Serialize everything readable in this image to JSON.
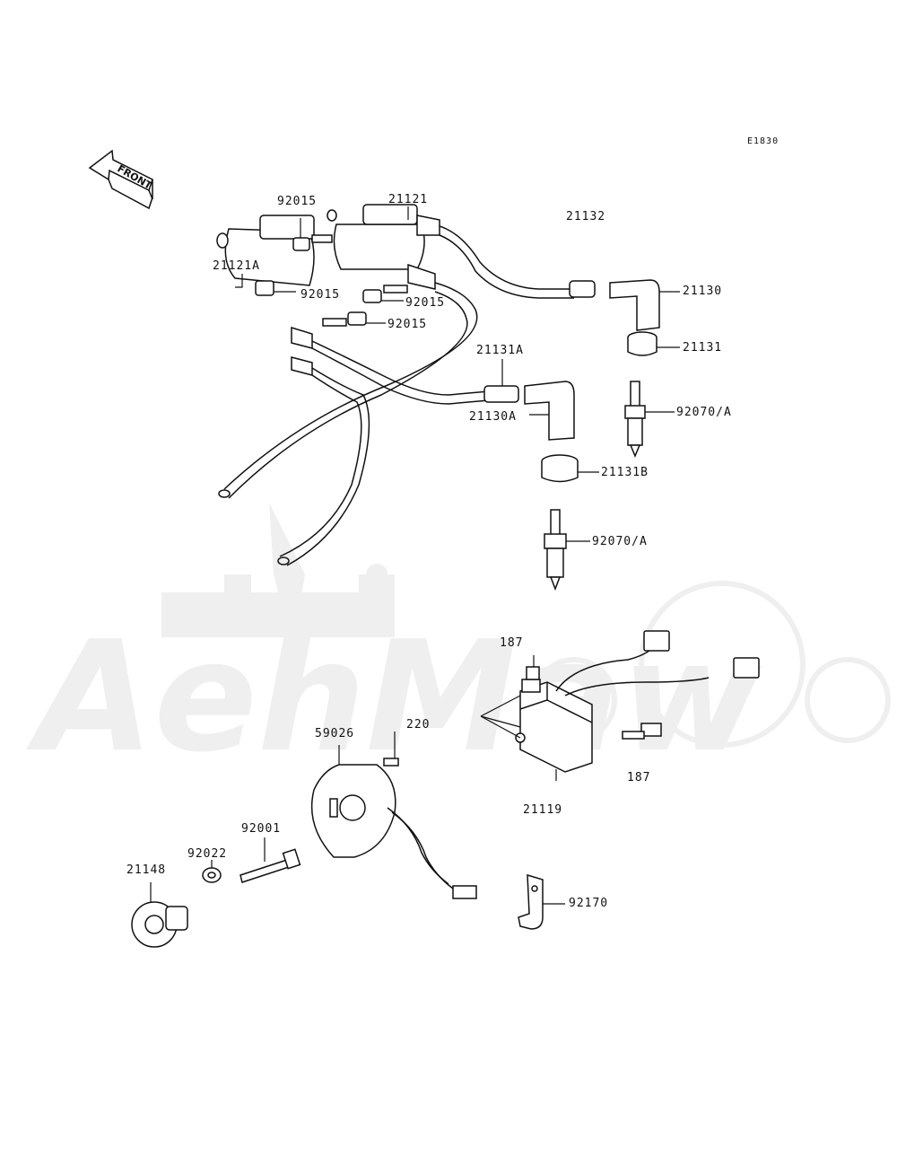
{
  "diagram_code": "E1830",
  "front_label": "FRONT",
  "watermark_text": "AehMaw",
  "parts": {
    "p21121": "21121",
    "p21121a": "21121A",
    "p92015_a": "92015",
    "p92015_b": "92015",
    "p92015_c": "92015",
    "p92015_d": "92015",
    "p21132": "21132",
    "p21130": "21130",
    "p21131": "21131",
    "p21131a": "21131A",
    "p92070a_1": "92070/A",
    "p21130a": "21130A",
    "p21131b": "21131B",
    "p92070a_2": "92070/A",
    "p187_a": "187",
    "p187_b": "187",
    "p220": "220",
    "p59026": "59026",
    "p21119": "21119",
    "p92001": "92001",
    "p92022": "92022",
    "p21148": "21148",
    "p92170": "92170"
  },
  "colors": {
    "line": "#111111",
    "watermark": "#ececec"
  }
}
